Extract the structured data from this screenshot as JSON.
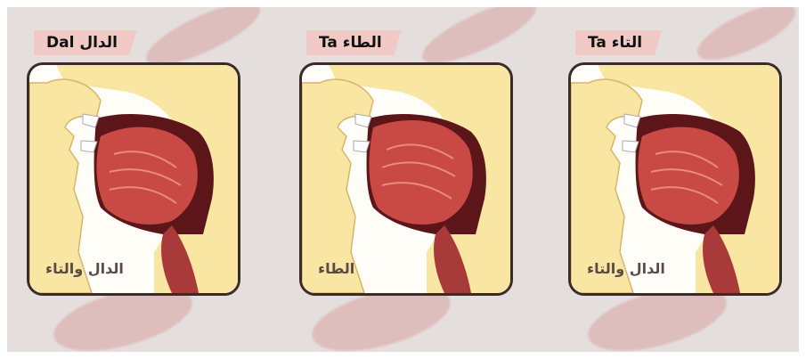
{
  "panels": [
    {
      "title": "الدال Dal",
      "caption": "الدال والتاء"
    },
    {
      "title": "الطاء Ta",
      "caption": "الطاء"
    },
    {
      "title": "التاء Ta",
      "caption": "الدال والتاء"
    }
  ],
  "colors": {
    "background": "#e4dedc",
    "tag": "#f1c9c5",
    "skin": "#f9e6a3",
    "tongue": "#c94a45",
    "cavity": "#5c1518"
  }
}
